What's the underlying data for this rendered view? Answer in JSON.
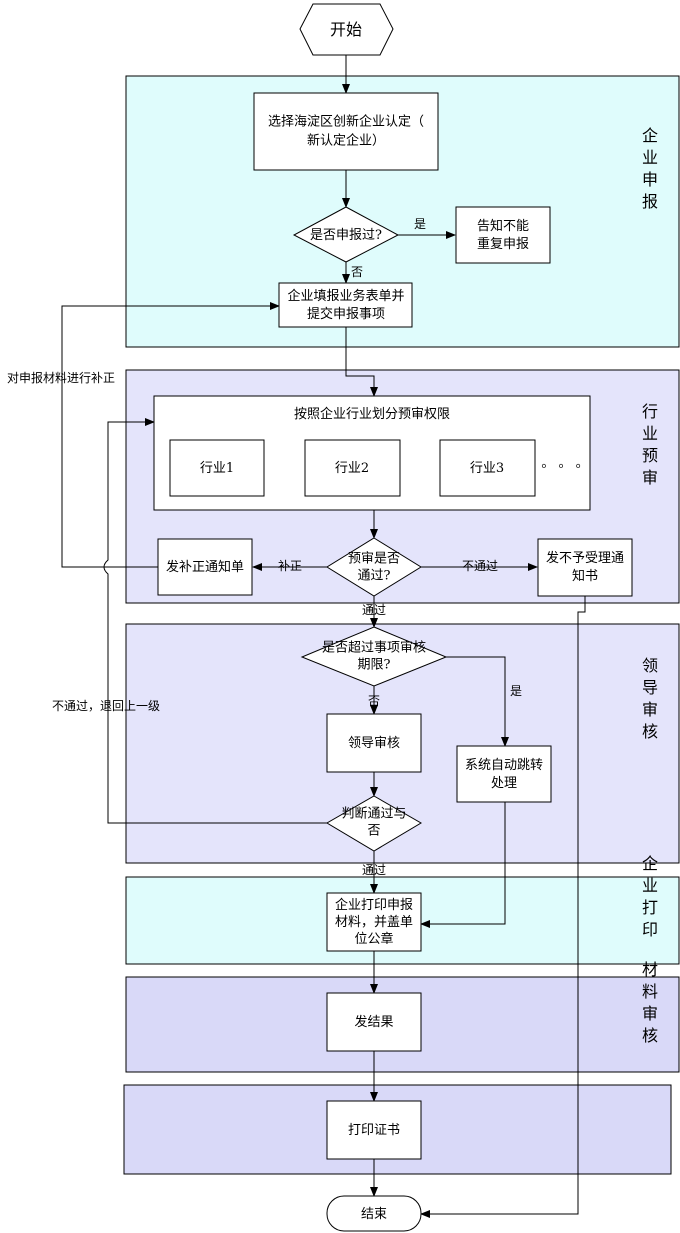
{
  "colors": {
    "band_cyan": "#dffcfc",
    "band_lavender": "#e4e4fb",
    "band_purple": "#d9d9f8"
  },
  "lanes": {
    "enterprise_apply": "企\n业\n申\n报",
    "industry_review": "行\n业\n预\n审",
    "leader_review": "领\n导\n审\n核",
    "enterprise_print": "企\n业\n打\n印",
    "material_review": "材\n料\n审\n核"
  },
  "nodes": {
    "start": "开始",
    "select": "选择海淀区创新企业认定（\n新认定企业）",
    "applied_q": "是否申报过?",
    "notify": "告知不能\n重复申报",
    "fill_form": "企业填报业务表单并\n提交申报事项",
    "divide": "按照企业行业划分预审权限",
    "industry1": "行业1",
    "industry2": "行业2",
    "industry3": "行业3",
    "ellipsis": "。 。 。",
    "prereview_q": "预审是否\n通过?",
    "supplement_notice": "发补正通知单",
    "reject_notice": "发不予受理通\n知书",
    "overdue_q": "是否超过事项审核\n期限?",
    "leader": "领导审核",
    "auto_jump": "系统自动跳转\n处理",
    "judge_q": "判断通过与\n否",
    "print_materials": "企业打印申报\n材料，并盖单\n位公章",
    "issue_result": "发结果",
    "print_cert": "打印证书",
    "end": "结束"
  },
  "edge_labels": {
    "yes1": "是",
    "no1": "否",
    "supplement": "补正",
    "fail": "不通过",
    "pass1": "通过",
    "yes2": "是",
    "no2": "否",
    "pass2": "通过",
    "side_supplement": "对申报材料进行补正",
    "side_return": "不通过，退回上一级"
  }
}
